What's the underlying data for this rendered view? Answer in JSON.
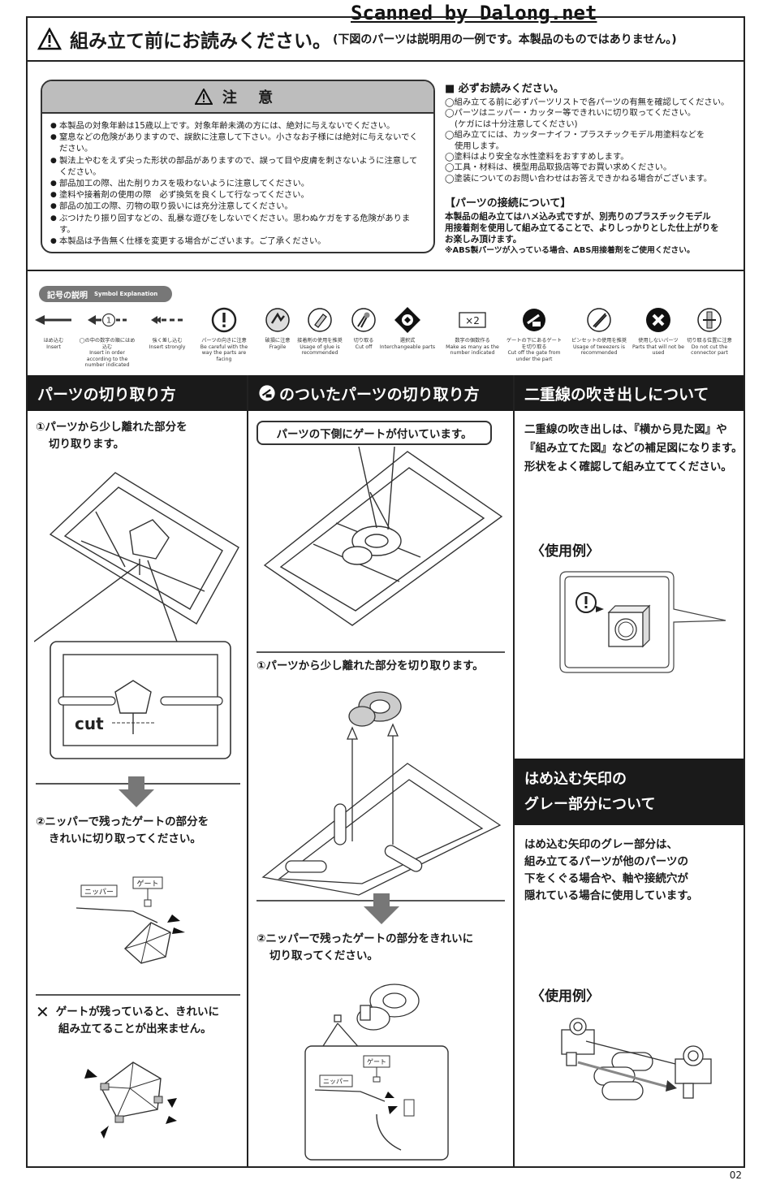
{
  "watermark": "Scanned by Dalong.net",
  "header": {
    "title": "組み立て前にお読みください。",
    "note": "(下図のパーツは説明用の一例です。本製品のものではありません。)"
  },
  "caution": {
    "title": "注 意",
    "items": [
      "本製品の対象年齢は15歳以上です。対象年齢未満の方には、絶対に与えないでください。",
      "窒息などの危険がありますので、誤飲に注意して下さい。小さなお子様には絶対に与えないでください。",
      "製法上やむをえず尖った形状の部品がありますので、誤って目や皮膚を刺さないように注意してください。",
      "部品加工の際、出た削りカスを吸わないように注意してください。",
      "塗料や接着剤の使用の際　必ず換気を良くして行なってください。",
      "部品の加工の際、刃物の取り扱いには充分注意してください。",
      "ぶつけたり振り回すなどの、乱暴な遊びをしないでください。思わぬケガをする危険があります。",
      "本製品は予告無く仕様を変更する場合がございます。ご了承ください。"
    ]
  },
  "readme": {
    "title": "■ 必ずお読みください。",
    "items": [
      "◯組み立てる前に必ずパーツリストで各パーツの有無を確認してください。",
      "◯パーツはニッパー・カッター等できれいに切り取ってください。",
      "(ケガには十分注意してください)",
      "◯組み立てには、カッターナイフ・プラスチックモデル用塗料などを",
      "使用します。",
      "◯塗料はより安全な水性塗料をおすすめします。",
      "◯工具・材料は、模型用品取扱店等でお買い求めください。",
      "◯塗装についてのお問い合わせはお答えできかねる場合がございます。"
    ],
    "joint_title": "【パーツの接続について】",
    "joint_lines": [
      "本製品の組み立てはハメ込み式ですが、別売りのプラスチックモデル",
      "用接着剤を使用して組み立てることで、よりしっかりとした仕上がりを",
      "お楽しみ頂けます。"
    ],
    "joint_note": "※ABS製パーツが入っている場合、ABS用接着剤をご使用ください。"
  },
  "symbols": {
    "badge": "記号の説明",
    "badge_en": "Symbol Explanation",
    "items": [
      {
        "jp": "はめ込む",
        "en": "Insert"
      },
      {
        "jp": "◯の中の数字の順にはめ込む",
        "en": "Insert in order according to the number indicated"
      },
      {
        "jp": "強く差し込む",
        "en": "Insert strongly"
      },
      {
        "jp": "パーツの向きに注意",
        "en": "Be careful with the way the parts are facing"
      },
      {
        "jp": "破損に注意",
        "en": "Fragile"
      },
      {
        "jp": "接着剤の使用を推奨",
        "en": "Usage of glue is recommended"
      },
      {
        "jp": "切り取る",
        "en": "Cut off"
      },
      {
        "jp": "選択式",
        "en": "Interchangeable parts"
      },
      {
        "jp": "数字の個数作る",
        "en": "Make as many as the number indicated"
      },
      {
        "jp": "ゲートの下にあるゲートを切り取る",
        "en": "Cut off the gate from under the part"
      },
      {
        "jp": "ピンセットの使用を推奨",
        "en": "Usage of tweezers is recommended"
      },
      {
        "jp": "使用しないパーツ",
        "en": "Parts that will not be used"
      },
      {
        "jp": "切り取る位置に注意",
        "en": "Do not cut the connector part"
      }
    ],
    "circle_num": "1",
    "x2": "×2"
  },
  "col1": {
    "title": "パーツの切り取り方",
    "step1": [
      "①パーツから少し離れた部分を",
      "切り取ります。"
    ],
    "cut_label": "cut",
    "step2": [
      "②ニッパーで残ったゲートの部分を",
      "きれいに切り取ってください。"
    ],
    "nipper": "ニッパー",
    "gate": "ゲート",
    "warn": [
      "ゲートが残っていると、きれいに",
      "組み立てることが出来ません。"
    ]
  },
  "col2": {
    "title": "のついたパーツの切り取り方",
    "callout": "パーツの下側にゲートが付いています。",
    "step1": "①パーツから少し離れた部分を切り取ります。",
    "step2": [
      "②ニッパーで残ったゲートの部分をきれいに",
      "切り取ってください。"
    ],
    "gate": "ゲート",
    "nipper": "ニッパー"
  },
  "col3": {
    "title": "二重線の吹き出しについて",
    "text": [
      "二重線の吹き出しは、『横から見た図』や",
      "『組み立てた図』などの補足図になります。",
      "形状をよく確認して組み立ててください。"
    ],
    "example": "〈使用例〉",
    "box_title": [
      "はめ込む矢印の",
      "グレー部分について"
    ],
    "box_text": [
      "はめ込む矢印のグレー部分は、",
      "組み立てるパーツが他のパーツの",
      "下をくぐる場合や、軸や接続穴が",
      "隠れている場合に使用しています。"
    ],
    "example2": "〈使用例〉"
  },
  "page_number": "02"
}
